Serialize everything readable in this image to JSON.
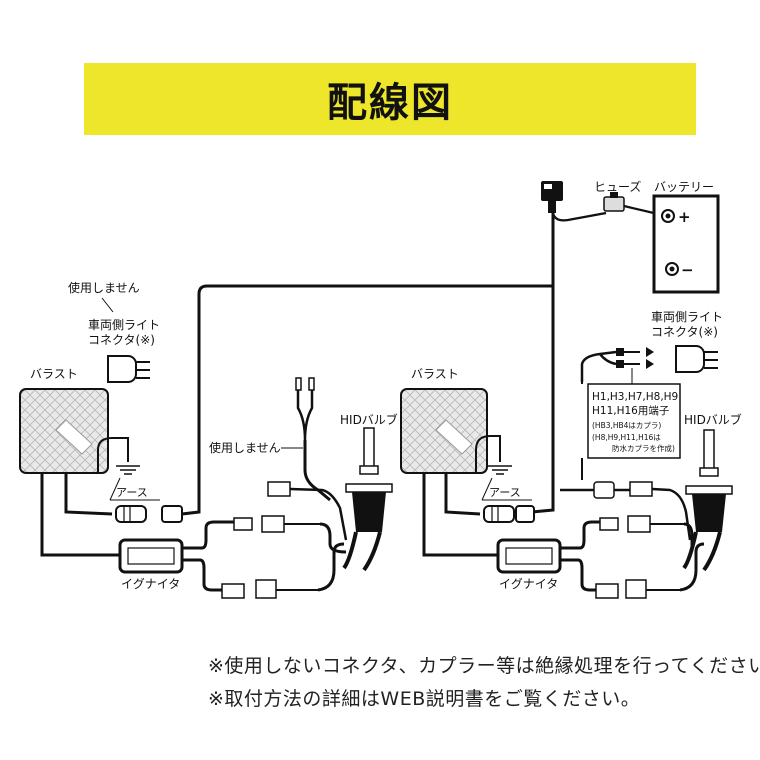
{
  "title": "配線図",
  "labels": {
    "fuse": "ヒューズ",
    "battery": "バッテリー",
    "plus": "+",
    "minus": "−",
    "unused_left": "使用しません",
    "connector_left_1": "車両側ライト",
    "connector_left_2": "コネクタ(※)",
    "ballast_left": "バラスト",
    "ballast_right": "バラスト",
    "unused_mid": "使用しません",
    "hid_bulb_left": "HIDバルブ",
    "hid_bulb_right": "HIDバルブ",
    "earth_left": "アース",
    "earth_right": "アース",
    "igniter_left": "イグナイタ",
    "igniter_right": "イグナイタ",
    "connector_right_1": "車両側ライト",
    "connector_right_2": "コネクタ(※)",
    "terminal_box": {
      "line1": "H1,H3,H7,H8,H9",
      "line2": "H11,H16用端子",
      "line3": "(HB3,HB4はカプラ)",
      "line4": "(H8,H9,H11,H16は",
      "line5": "防水カプラを作成)"
    }
  },
  "notes": [
    "※使用しないコネクタ、カプラー等は絶縁処理を行ってください。",
    "※取付方法の詳細はWEB説明書をご覧ください。"
  ],
  "colors": {
    "title_bg": "#ede62a",
    "wire": "#111111",
    "ballast_fill": "#e6e6e6"
  }
}
